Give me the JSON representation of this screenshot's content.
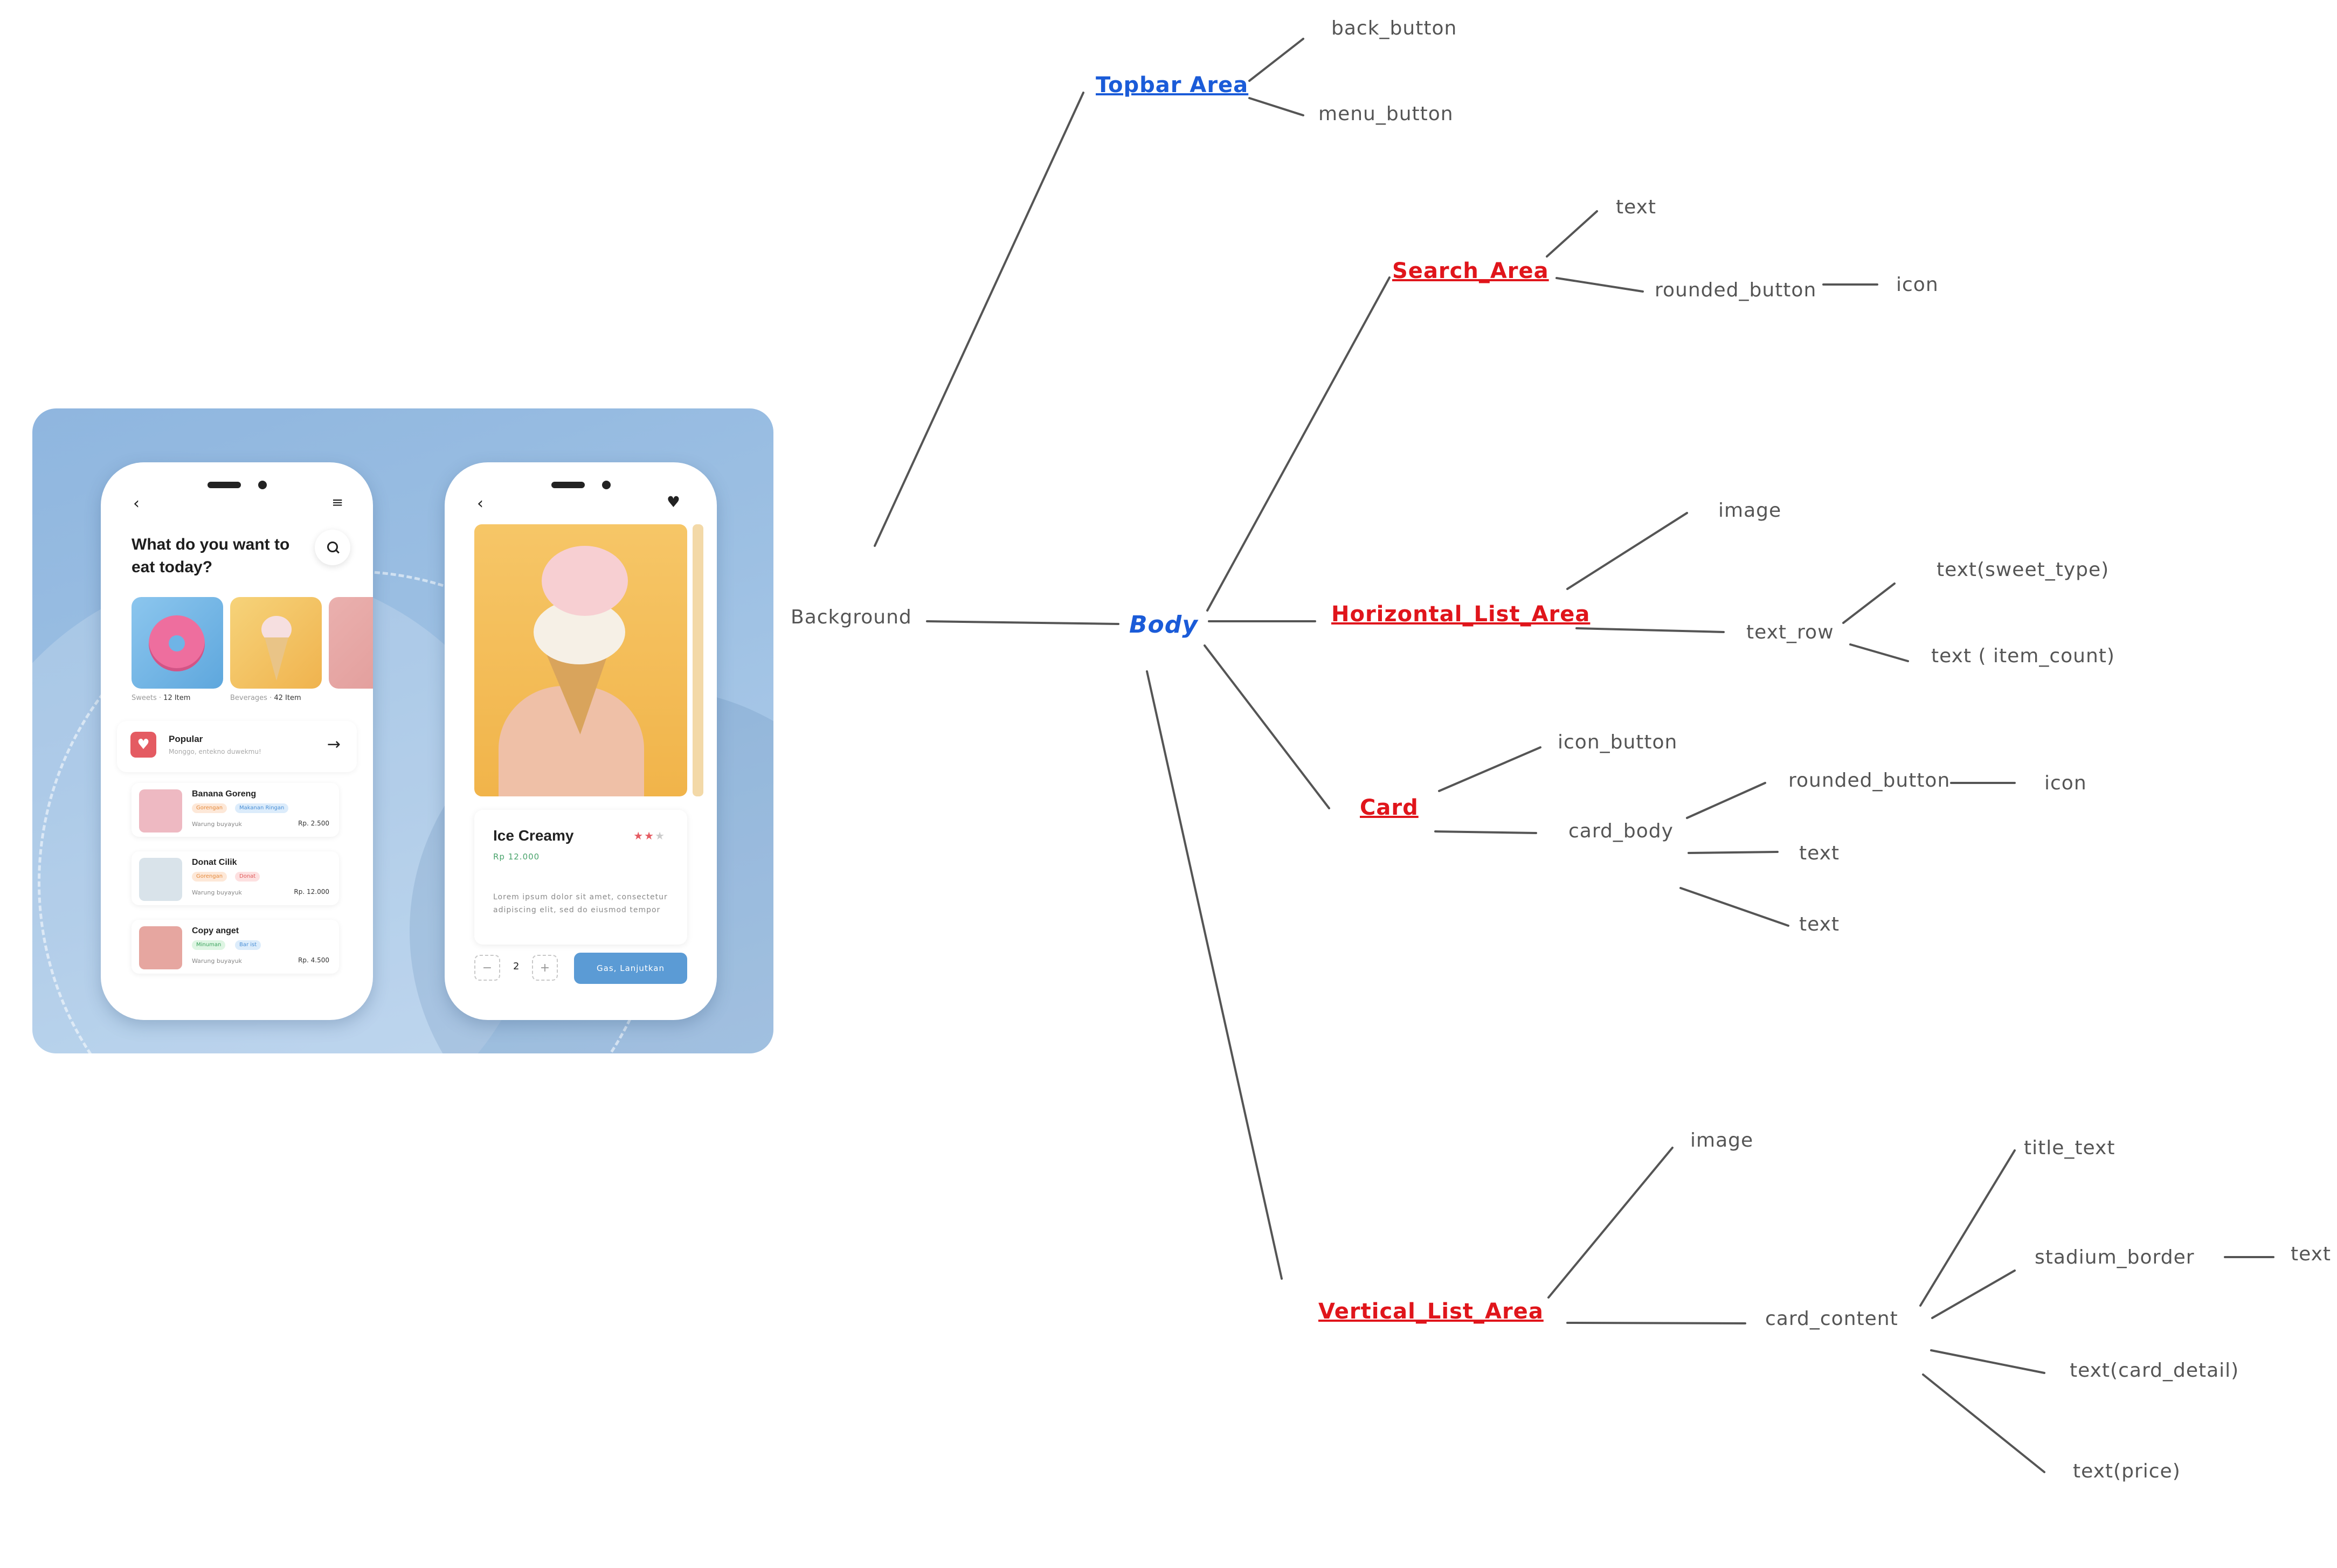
{
  "mockup": {
    "phone1": {
      "headline": "What do you want to eat today?",
      "categories": [
        {
          "name": "Sweets",
          "count": "12 Item"
        },
        {
          "name": "Beverages",
          "count": "42 Item"
        }
      ],
      "popular": {
        "title": "Popular",
        "subtitle": "Monggo, entekno duwekmu!"
      },
      "items": [
        {
          "title": "Banana Goreng",
          "tags": [
            "Gorengan",
            "Makanan Ringan"
          ],
          "shop": "Warung buyayuk",
          "price": "Rp. 2.500"
        },
        {
          "title": "Donat Cilik",
          "tags": [
            "Gorengan",
            "Donat"
          ],
          "shop": "Warung buyayuk",
          "price": "Rp. 12.000"
        },
        {
          "title": "Copy anget",
          "tags": [
            "Minuman",
            "Bar ist"
          ],
          "shop": "Warung buyayuk",
          "price": "Rp. 4.500"
        }
      ]
    },
    "phone2": {
      "title": "Ice Creamy",
      "price": "Rp 12.000",
      "description": "Lorem ipsum dolor sit amet, consectetur adipiscing elit, sed do eiusmod tempor",
      "quantity": "2",
      "minus": "−",
      "plus": "+",
      "cta": "Gas, Lanjutkan",
      "rating": 2,
      "rating_max": 3
    },
    "icons": {
      "back": "chevron-left-icon",
      "menu": "menu-icon",
      "search": "search-icon",
      "heart": "heart-icon",
      "arrow": "arrow-right-icon"
    }
  },
  "tree": {
    "root": "Background",
    "body": "Body",
    "topbar": {
      "label": "Topbar Area",
      "children": [
        "back_button",
        "menu_button"
      ]
    },
    "search": {
      "label": "Search_Area",
      "text": "text",
      "button": "rounded_button",
      "icon": "icon"
    },
    "hlist": {
      "label": "Horizontal_List_Area",
      "image": "image",
      "row": "text_row",
      "sweet": "text(sweet_type)",
      "count": "text ( item_count)"
    },
    "card": {
      "label": "Card",
      "icon_button": "icon_button",
      "card_body": "card_body",
      "rounded_button": "rounded_button",
      "icon": "icon",
      "text1": "text",
      "text2": "text"
    },
    "vlist": {
      "label": "Vertical_List_Area",
      "image": "image",
      "card_content": "card_content",
      "title_text": "title_text",
      "stadium_border": "stadium_border",
      "stadium_text": "text",
      "detail": "text(card_detail)",
      "price": "text(price)"
    }
  },
  "colors": {
    "red_node": "#e0151b",
    "blue_node": "#1a5bd8",
    "leaf": "#555555",
    "line": "#555555",
    "mockup_bg": "#9dc0e3",
    "cta": "#5b9bd5"
  }
}
